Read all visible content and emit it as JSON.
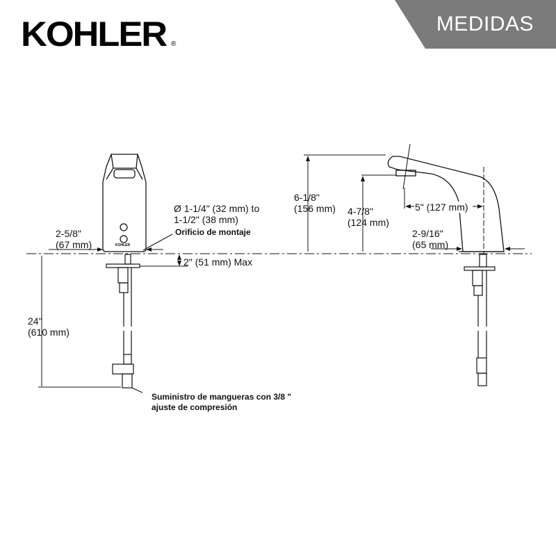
{
  "header": {
    "brand": "KOHLER",
    "registered_mark": "®",
    "section_title": "MEDIDAS",
    "banner_color": "#7b7b7b"
  },
  "front_view": {
    "body_brand": "KOHLER",
    "width_dim": {
      "in": "2-5/8\"",
      "mm": "(67 mm)"
    },
    "hole_dim": {
      "line1": "Ø 1-1/4\" (32 mm) to",
      "line2": "1-1/2\" (38 mm)",
      "label": "Orificio de montaje"
    },
    "deck_dim": "2\" (51 mm) Max",
    "hose_dim": {
      "in": "24\"",
      "mm": "(610 mm)"
    },
    "supply_label": {
      "line1": "Suministro de mangueras con 3/8 \"",
      "line2": "ajuste de compresión"
    }
  },
  "side_view": {
    "height_dim": {
      "in": "6-1/8\"",
      "mm": "(156 mm)"
    },
    "spout_height_dim": {
      "in": "4-7/8\"",
      "mm": "(124 mm)"
    },
    "reach_dim": "5\" (127 mm)",
    "base_dim": {
      "in": "2-9/16\"",
      "mm": "(65 mm)"
    }
  }
}
